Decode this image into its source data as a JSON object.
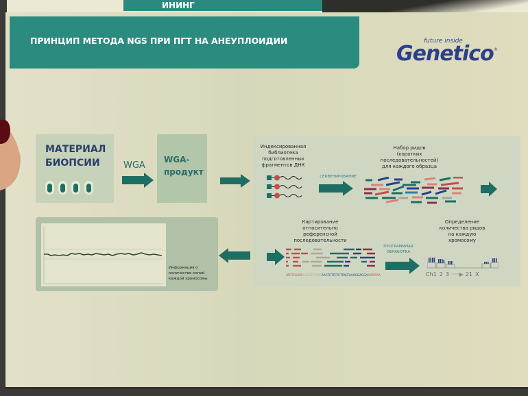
{
  "back_page": {
    "title_fragment": "ИНИНГ"
  },
  "slide": {
    "title": "ПРИНЦИП МЕТОДА NGS ПРИ ПГТ НА АНЕУПЛОИДИИ",
    "logo": {
      "tagline": "future inside",
      "wordmark": "Genetico",
      "registered": "®"
    }
  },
  "colors": {
    "teal": "#2c8b7f",
    "dark_teal": "#1f6e64",
    "navy": "#2b3f8a",
    "red": "#c0504d"
  },
  "steps": {
    "biopsy": {
      "line1": "МАТЕРИАЛ",
      "line2": "БИОПСИИ"
    },
    "wga_arrow_label": "WGA",
    "wga_product": {
      "line1": "WGA-",
      "line2": "продукт"
    },
    "library": {
      "line1": "Индексированная",
      "line2": "библиотека",
      "line3": "подготовленных",
      "line4": "фрагментов ДНК"
    },
    "sequencing_label": "СЕКВЕНИРОВАНИЕ",
    "reads": {
      "line1": "Набор ридов",
      "line2": "(коротких",
      "line3": "последовательностей)",
      "line4": "для каждого образца"
    },
    "mapping": {
      "line1": "Картирование",
      "line2": "относительно",
      "line3": "референсной",
      "line4": "последовательности"
    },
    "reference_sequence": {
      "red": "ATCTCGATA",
      "grey": "AAGGTCTCTC",
      "navy": "AACTCTTCTCTTAGTAAAGGAGGA",
      "red2": "AATATAA"
    },
    "software_label": {
      "line1": "ПРОГРАММНАЯ",
      "line2": "ОБРАБОТКА"
    },
    "counting": {
      "line1": "Определение",
      "line2": "количества ридов",
      "line3": "на каждую",
      "line4": "хромосому"
    },
    "chromosome_axis": {
      "ch1": "Ch1",
      "ch2": "2",
      "ch3": "3",
      "ch21": "21",
      "chx": "X"
    },
    "copy_info": {
      "line1": "Информация о",
      "line2": "количестве копий",
      "line3": "каждой хромосомы"
    }
  }
}
